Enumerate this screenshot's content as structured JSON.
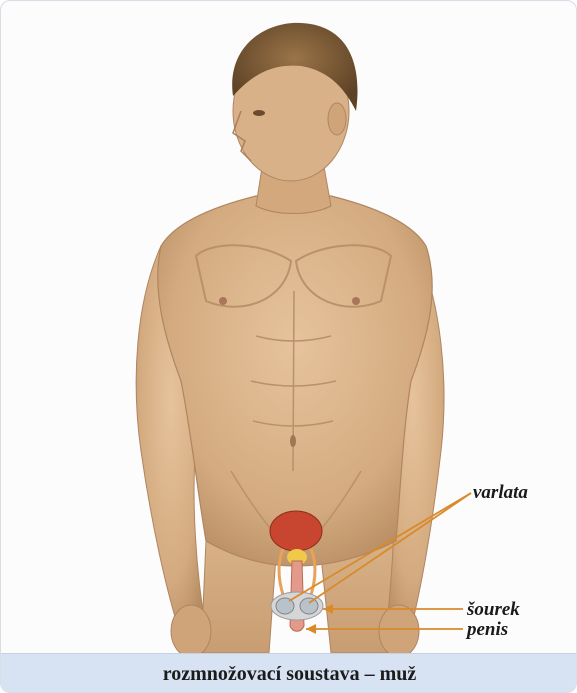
{
  "caption": "rozmnožovací soustava – muž",
  "labels": {
    "testes": "varlata",
    "scrotum": "šourek",
    "penis": "penis"
  },
  "colors": {
    "skin": "#d9b48c",
    "skin_shadow": "#b98f66",
    "hair": "#7a5a35",
    "organ_red": "#c8452f",
    "organ_orange": "#e8a25a",
    "leader_line": "#d98a2b",
    "caption_bg": "#d7e3f2"
  }
}
